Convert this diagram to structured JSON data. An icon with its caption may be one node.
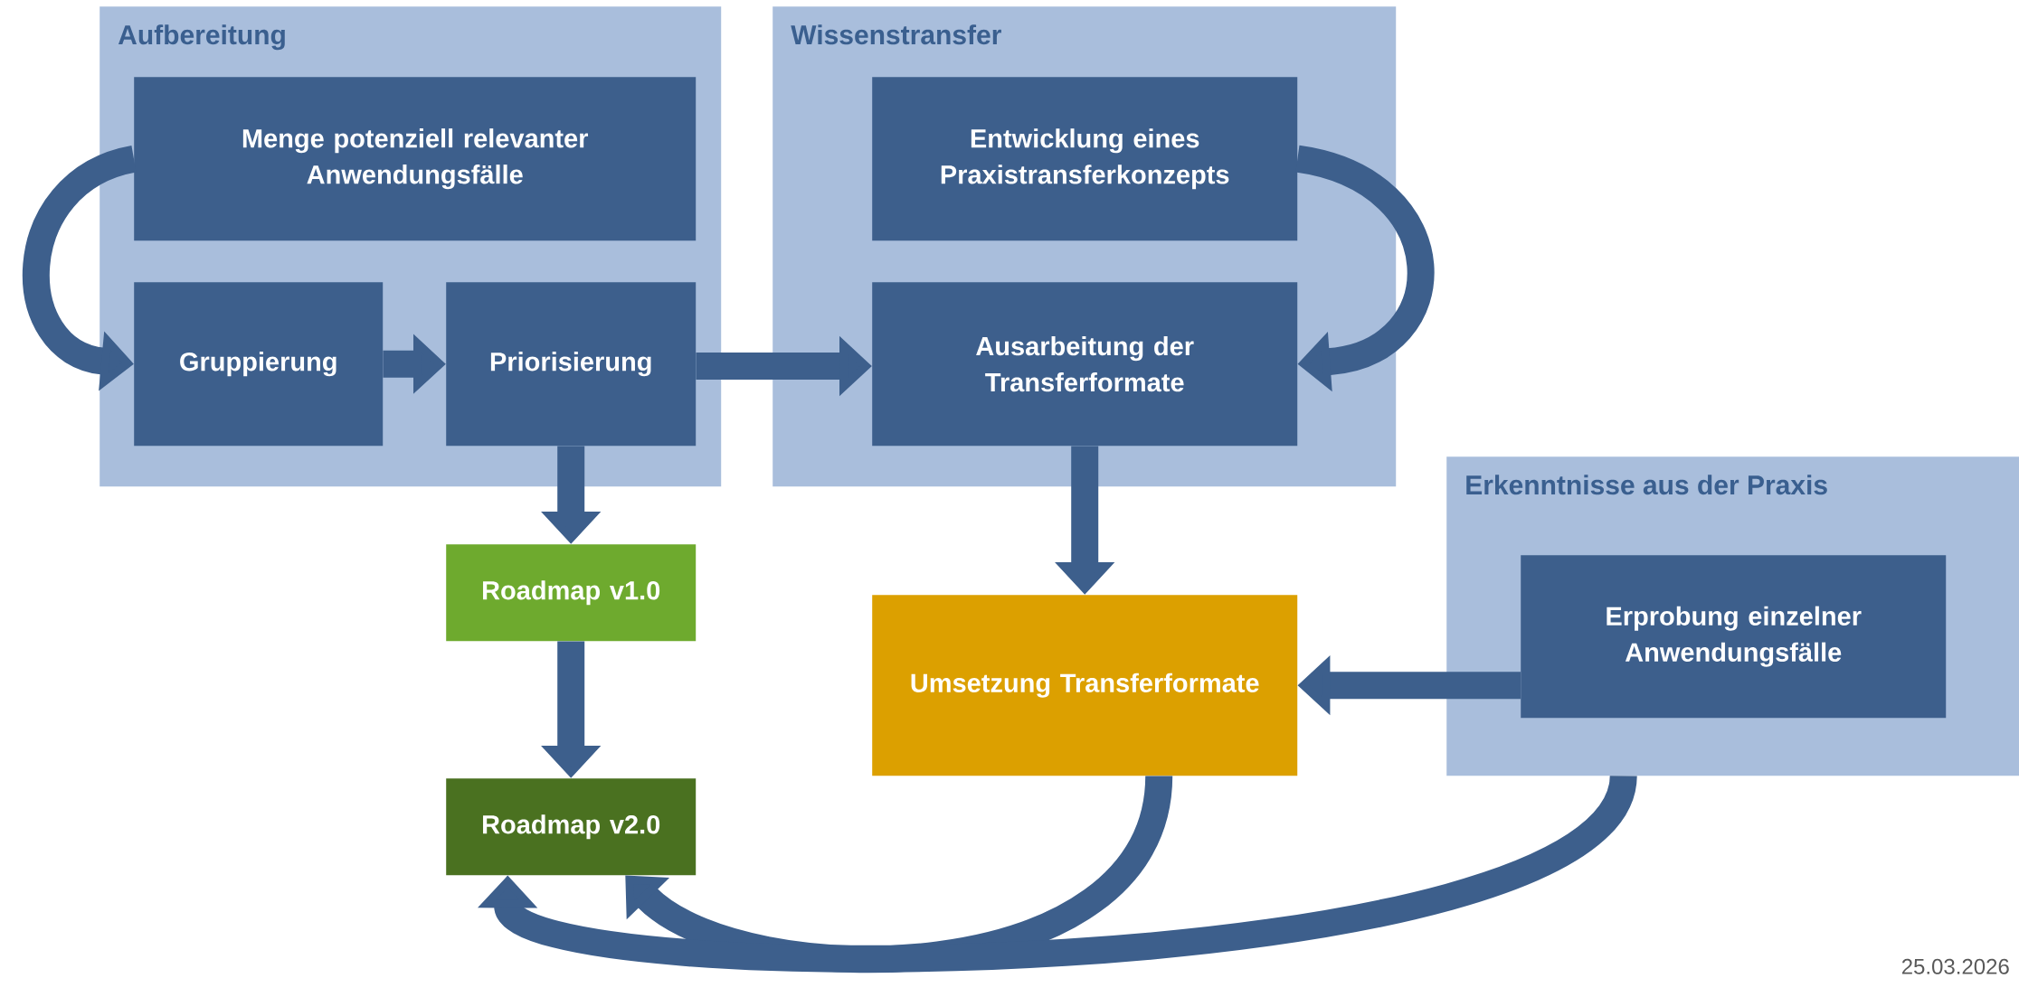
{
  "diagram": {
    "nodes": [
      {
        "text": [
          "Aufbereitung"
        ]
      },
      {
        "text": [
          "Menge potenziell relevanter Anwendungsfälle"
        ],
        "in": 0
      },
      {
        "text": [
          "Gruppierung"
        ],
        "in": 0
      },
      {
        "text": [
          "Priorisierung"
        ],
        "in": 0
      },
      {
        "text": [
          "Wissenstransfer"
        ]
      },
      {
        "text": [
          "Entwicklung eines Praxistransferkonzepts"
        ],
        "in": 4
      },
      {
        "text": [
          "Ausarbeitung der Transferformate"
        ],
        "in": 4
      },
      {
        "text": [
          "Roadmap v1.0"
        ]
      },
      {
        "text": [
          "Umsetzung Transferformate"
        ]
      },
      {
        "text": [
          "Erkenntnisse aus der Praxis"
        ]
      },
      {
        "text": [
          "Erprobung einzelner Anwendungsfälle"
        ],
        "in": 9
      },
      {
        "text": [
          "Roadmap v2.0"
        ]
      }
    ],
    "edges": [
      {
        "from": 1,
        "to": 2,
        "arrow": "to"
      },
      {
        "from": 2,
        "to": 3,
        "arrow": "to"
      },
      {
        "from": 3,
        "to": 6,
        "arrow": "to"
      },
      {
        "from": 5,
        "to": 6,
        "arrow": "to"
      },
      {
        "from": 3,
        "to": 7,
        "arrow": "to"
      },
      {
        "from": 7,
        "to": 11,
        "arrow": "to"
      },
      {
        "from": 6,
        "to": 8,
        "arrow": "to"
      },
      {
        "from": 10,
        "to": 8,
        "arrow": "to"
      },
      {
        "from": 8,
        "to": 11,
        "arrow": "to"
      },
      {
        "from": 9,
        "to": 11,
        "arrow": "to"
      }
    ],
    "labels": [
      "25.03.2026"
    ]
  }
}
